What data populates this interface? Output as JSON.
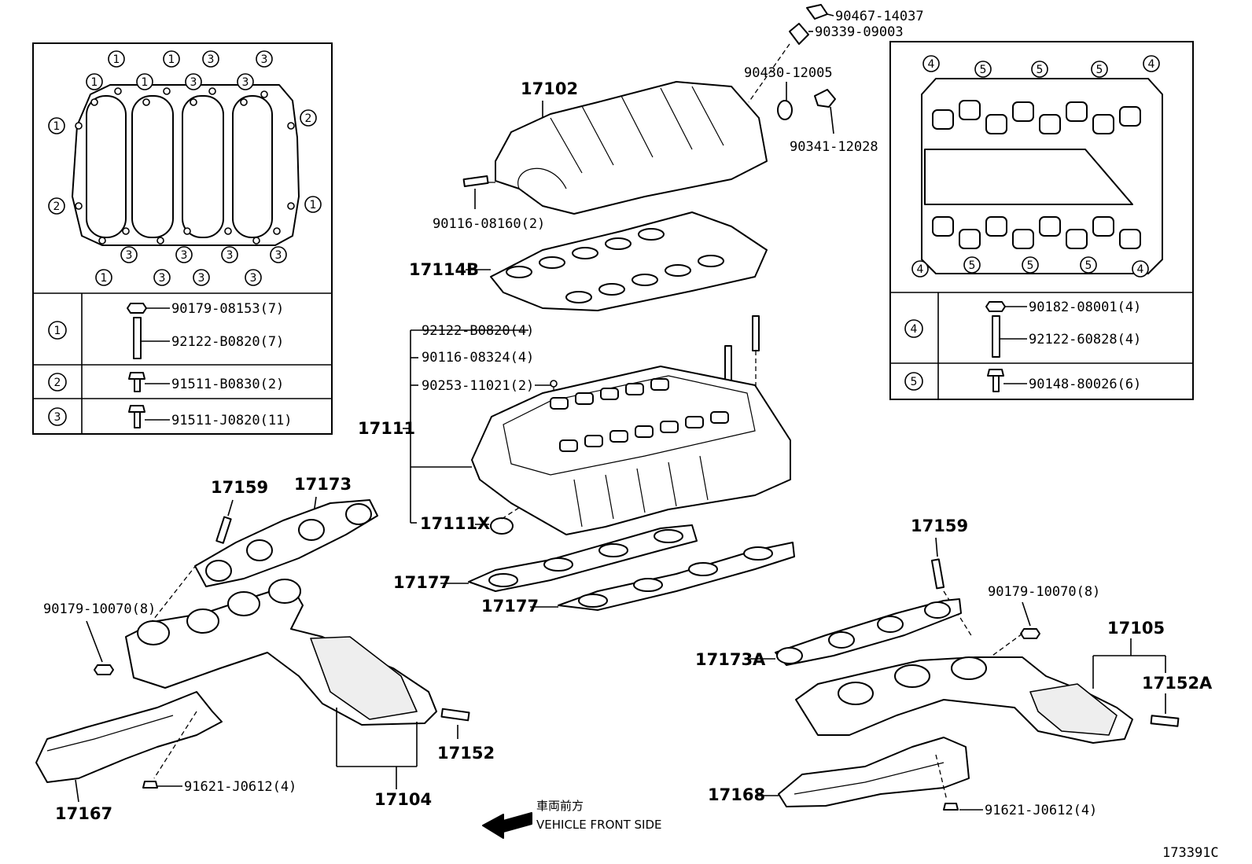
{
  "legend_left": {
    "rows": [
      {
        "key": "1",
        "parts": [
          "90179-08153(7)",
          "92122-B0820(7)"
        ]
      },
      {
        "key": "2",
        "parts": [
          "91511-B0830(2)"
        ]
      },
      {
        "key": "3",
        "parts": [
          "91511-J0820(11)"
        ]
      }
    ]
  },
  "legend_right": {
    "rows": [
      {
        "key": "4",
        "parts": [
          "90182-08001(4)",
          "92122-60828(4)"
        ]
      },
      {
        "key": "5",
        "parts": [
          "90148-80026(6)"
        ]
      }
    ]
  },
  "callouts": {
    "c90467": "90467-14037",
    "c90339": "90339-09003",
    "c90430": "90430-12005",
    "c90341": "90341-12028",
    "c17102": "17102",
    "c90116a": "90116-08160(2)",
    "c17114b": "17114B",
    "c92122": "92122-B0820(4)",
    "c90116b": "90116-08324(4)",
    "c90253": "90253-11021(2)",
    "c17111": "17111",
    "c17111x": "17111X",
    "c17177a": "17177",
    "c17177b": "17177",
    "c17159l": "17159",
    "c17173": "17173",
    "c90179l": "90179-10070(8)",
    "c17152": "17152",
    "c17104": "17104",
    "c17167": "17167",
    "c91621l": "91621-J0612(4)",
    "c17159r": "17159",
    "c90179r": "90179-10070(8)",
    "c17105": "17105",
    "c17173a": "17173A",
    "c17152a": "17152A",
    "c17168": "17168",
    "c91621r": "91621-J0612(4)"
  },
  "front_note": {
    "jp": "車両前方",
    "en": "VEHICLE FRONT SIDE"
  },
  "diagram_id": "173391C"
}
